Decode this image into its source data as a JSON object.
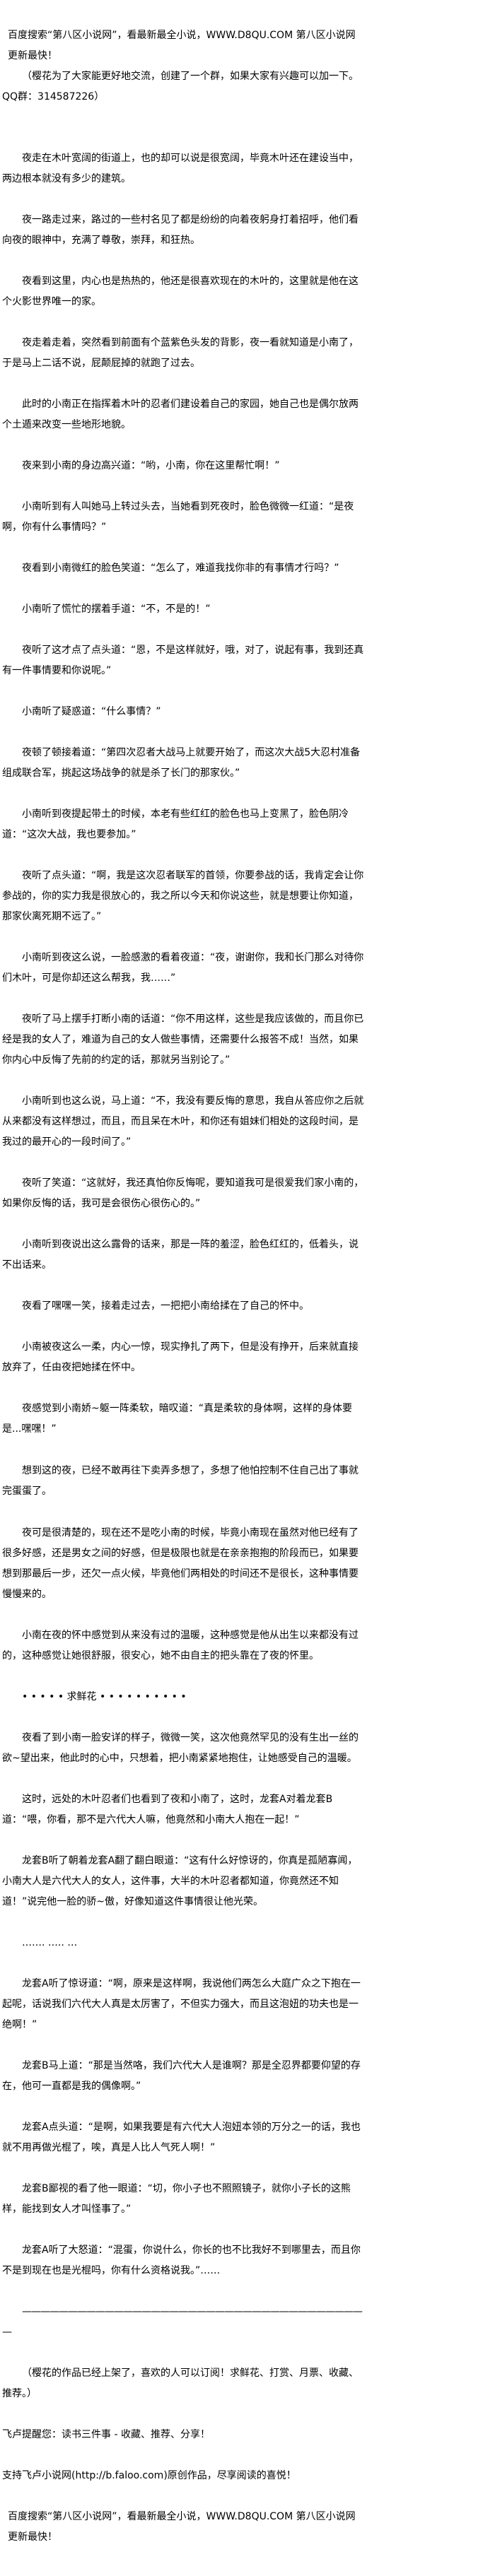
{
  "banner_top": "百度搜索“第八区小说网”，看最新最全小说，WWW.D8QU.COM  第八区小说网更新最快！",
  "intro_note": "（樱花为了大家能更好地交流，创建了一个群，如果大家有兴趣可以加一下。QQ群：314587226）",
  "paragraphs": [
    "夜走在木叶宽阔的街道上，也的却可以说是很宽阔，毕竟木叶还在建设当中，两边根本就没有多少的建筑。",
    "夜一路走过来，路过的一些村名见了都是纷纷的向着夜躬身打着招呼，他们看向夜的眼神中，充满了尊敬，崇拜，和狂热。",
    "夜看到这里，内心也是热热的，他还是很喜欢现在的木叶的，这里就是他在这个火影世界唯一的家。",
    "夜走着走着，突然看到前面有个蓝紫色头发的背影，夜一看就知道是小南了，于是马上二话不说，屁颠屁掉的就跑了过去。",
    "此时的小南正在指挥着木叶的忍者们建设着自己的家园，她自己也是偶尔放两个土遁来改变一些地形地貌。",
    "夜来到小南的身边高兴道：“哟，小南，你在这里帮忙啊！”",
    "小南听到有人叫她马上转过头去，当她看到死夜时，脸色微微一红道：“是夜啊，你有什么事情吗？”",
    "夜看到小南微红的脸色笑道：“怎么了，难道我找你非的有事情才行吗？”",
    "小南听了慌忙的摆着手道：“不，不是的！”",
    "夜听了这才点了点头道：“恩，不是这样就好，哦，对了，说起有事，我到还真有一件事情要和你说呢。”",
    "小南听了疑惑道：“什么事情？”",
    "夜顿了顿接着道：“第四次忍者大战马上就要开始了，而这次大战5大忍村准备组成联合军，挑起这场战争的就是杀了长门的那家伙。”",
    "小南听到夜提起带土的时候，本老有些红红的脸色也马上变黑了，脸色阴冷道：“这次大战，我也要参加。”",
    "夜听了点头道：“啊，我是这次忍者联军的首领，你要参战的话，我肯定会让你参战的，你的实力我是很放心的，我之所以今天和你说这些，就是想要让你知道，那家伙离死期不远了。”",
    "小南听到夜这么说，一脸感激的看着夜道：“夜，谢谢你，我和长门那么对待你们木叶，可是你却还这么帮我，我……”",
    "夜听了马上摆手打断小南的话道：“你不用这样，这些是我应该做的，而且你已经是我的女人了，难道为自己的女人做些事情，还需要什么报答不成！当然，如果你内心中反悔了先前的约定的话，那就另当别论了。”",
    "小南听到也这么说，马上道：“不，我没有要反悔的意思，我自从答应你之后就从来都没有这样想过，而且，而且呆在木叶，和你还有姐妹们相处的这段时间，是我过的最开心的一段时间了。”",
    "夜听了笑道：“这就好，我还真怕你反悔呢，要知道我可是很爱我们家小南的，如果你反悔的话，我可是会很伤心很伤心的。”",
    "小南听到夜说出这么露骨的话来，那是一阵的羞涩，脸色红红的，低着头，说不出话来。",
    "夜看了嘿嘿一笑，接着走过去，一把把小南给揉在了自己的怀中。",
    "小南被夜这么一柔，内心一惊，现实挣扎了两下，但是没有挣开，后来就直接放弃了，任由夜把她揉在怀中。",
    "夜感觉到小南娇~躯一阵柔软，暗叹道：“真是柔软的身体啊，这样的身体要是...嘿嘿！”",
    "想到这的夜，已经不敢再往下卖弄多想了，多想了他怕控制不住自己出了事就完蛋蛋了。",
    "夜可是很清楚的，现在还不是吃小南的时候，毕竟小南现在虽然对他已经有了很多好感，还是男女之间的好感，但是极限也就是在亲亲抱抱的阶段而已，如果要想到那最后一步，还欠一点火候，毕竟他们两相处的时间还不是很长，这种事情要慢慢来的。",
    "小南在夜的怀中感觉到从来没有过的温暖，这种感觉是他从出生以来都没有过的，这种感觉让她很舒服，很安心，她不由自主的把头靠在了夜的怀里。",
    "• •  • • • 求鲜花 • •  • • • • • • • •",
    "夜看了到小南一脸安详的样子，微微一笑，这次他竟然罕见的没有生出一丝的欲~望出来，他此时的心中，只想着，把小南紧紧地抱住，让她感受自己的温暖。",
    "这时，远处的木叶忍者们也看到了夜和小南了，这时，龙套A对着龙套B道：“喂，你看，那不是六代大人嘛，他竟然和小南大人抱在一起！”",
    "龙套B听了朝着龙套A翻了翻白眼道：“这有什么好惊讶的，你真是孤陋寡闻，小南大人是六代大人的女人，这件事，大半的木叶忍者都知道，你竟然还不知道！”说完他一脸的骄~傲，好像知道这件事情很让他光荣。",
    "……. ….. …",
    "龙套A听了惊讶道：“啊，原来是这样啊，我说他们两怎么大庭广众之下抱在一起呢，话说我们六代大人真是太厉害了，不但实力强大，而且这泡妞的功夫也是一绝啊！”",
    "龙套B马上道：“那是当然咯，我们六代大人是谁啊？那是全忍界都要仰望的存在，他可一直都是我的偶像啊。”",
    "龙套A点头道：“是啊，如果我要是有六代大人泡妞本领的万分之一的话，我也就不用再做光棍了，唉，真是人比人气死人啊！”",
    "龙套B鄙视的看了他一眼道：“切，你小子也不照照镜子，就你小子长的这熊样，能找到女人才叫怪事了。”",
    "龙套A听了大怒道：“混蛋，你说什么，你长的也不比我好不到哪里去，而且你不是到现在也是光棍吗，你有什么资格说我。”……"
  ],
  "separator": "——————————————————————————————————————",
  "author_note": "（樱花的作品已经上架了，喜欢的人可以订阅！求鲜花、打赏、月票、收藏、推荐。）",
  "footer": {
    "reminder": "飞卢提醒您：读书三件事 - 收藏、推荐、分享！",
    "support": "支持飞卢小说网(http://b.faloo.com)原创作品，尽享阅读的喜悦！",
    "banner_bottom": "百度搜索“第八区小说网”，看最新最全小说，WWW.D8QU.COM  第八区小说网更新最快！"
  }
}
